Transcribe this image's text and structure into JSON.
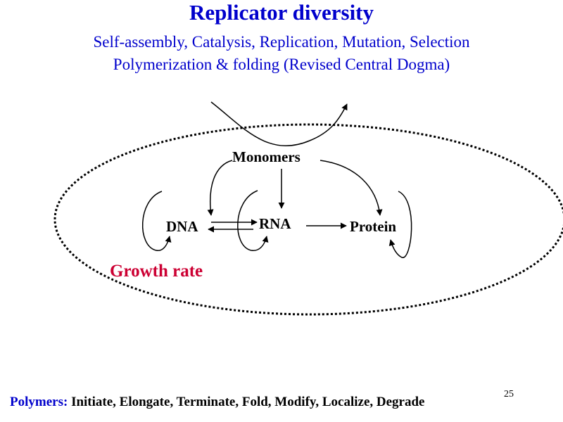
{
  "colors": {
    "title": "#0000cc",
    "text": "#000000",
    "accent": "#cc0033"
  },
  "slide": {
    "title": "Replicator diversity",
    "subtitle_line1": "Self-assembly, Catalysis, Replication, Mutation, Selection",
    "subtitle_line2": "Polymerization & folding (Revised Central Dogma)",
    "growth_label": "Growth rate",
    "footer_label": "Polymers:",
    "footer_text": " Initiate, Elongate, Terminate, Fold, Modify, Localize, Degrade",
    "page_number": "25"
  },
  "diagram": {
    "nodes": {
      "monomers": "Monomers",
      "dna": "DNA",
      "rna": "RNA",
      "protein": "Protein"
    },
    "edges": [
      {
        "from": "monomers",
        "to": "dna"
      },
      {
        "from": "monomers",
        "to": "rna"
      },
      {
        "from": "monomers",
        "to": "protein"
      },
      {
        "from": "dna",
        "to": "rna"
      },
      {
        "from": "rna",
        "to": "dna"
      },
      {
        "from": "rna",
        "to": "protein"
      },
      {
        "from": "dna",
        "to": "dna"
      },
      {
        "from": "rna",
        "to": "rna"
      },
      {
        "from": "protein",
        "to": "protein"
      }
    ]
  }
}
